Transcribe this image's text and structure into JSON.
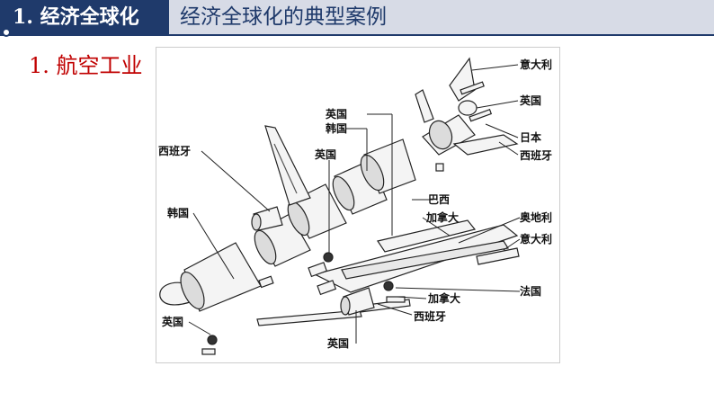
{
  "header": {
    "section_label": "1. 经济全球化",
    "title": "经济全球化的典型案例"
  },
  "subheading": "1. 航空工业",
  "colors": {
    "header_dark": "#1f3a6b",
    "header_light": "#d7dbe6",
    "subheading_red": "#c00000"
  },
  "diagram": {
    "labels": {
      "italy_top": "意大利",
      "uk_top_right": "英国",
      "japan": "日本",
      "spain_right": "西班牙",
      "uk_top_center": "英国",
      "korea_top": "韩国",
      "spain_left": "西班牙",
      "uk_center": "英国",
      "korea_left": "韩国",
      "brazil": "巴西",
      "canada_mid": "加拿大",
      "austria": "奥地利",
      "italy_right": "意大利",
      "france": "法国",
      "canada_low": "加拿大",
      "spain_low": "西班牙",
      "uk_bottom_left": "英国",
      "uk_bottom": "英国"
    }
  }
}
